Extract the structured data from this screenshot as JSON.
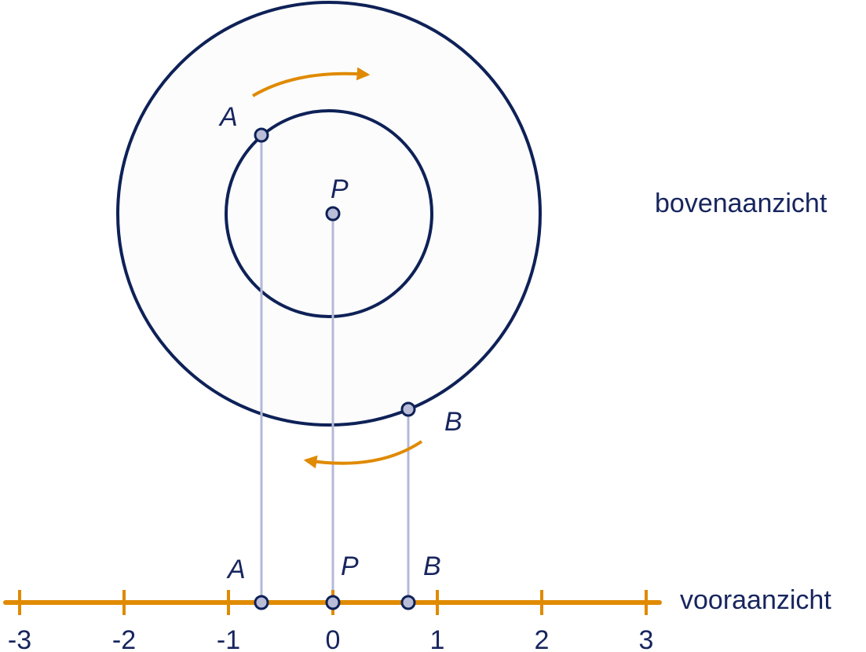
{
  "labels": {
    "top_view": "bovenaanzicht",
    "front_view": "vooraanzicht"
  },
  "points_top": {
    "A": "A",
    "P": "P",
    "B": "B"
  },
  "points_axis": {
    "A": "A",
    "P": "P",
    "B": "B"
  },
  "axis": {
    "min": -3,
    "max": 3,
    "tick_values": [
      -3,
      -2,
      -1,
      0,
      1,
      2,
      3
    ],
    "tick_labels": [
      "-3",
      "-2",
      "-1",
      "0",
      "1",
      "2",
      "3"
    ],
    "projected_points": {
      "A": -0.68,
      "P": 0,
      "B": 0.73
    }
  },
  "colors": {
    "navy": "#0e2157",
    "orange": "#e08a00",
    "projection": "#b4b9d8",
    "point_fill": "#b9bdd8",
    "disk_fill": "#fcfcfc"
  }
}
